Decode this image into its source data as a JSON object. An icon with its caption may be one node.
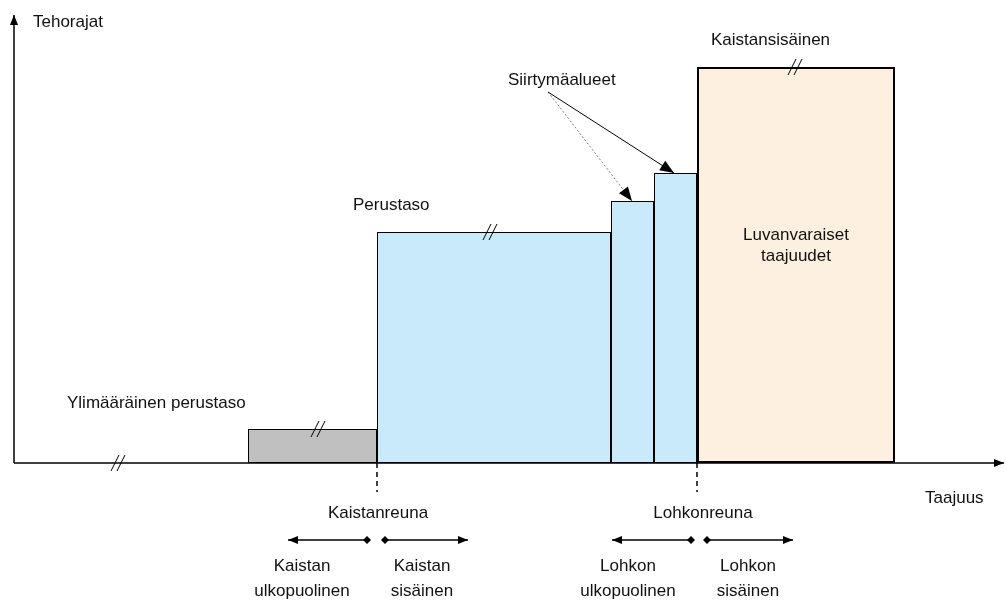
{
  "diagram": {
    "nodes": [
      {
        "text": [
          "Ylimääräinen perustaso"
        ]
      },
      {
        "text": [
          "Perustaso"
        ]
      },
      {
        "text": [
          "Siirtymäalueet"
        ]
      },
      {
        "text": [],
        "shape": "bar"
      },
      {
        "text": [],
        "shape": "bar"
      },
      {
        "text": [
          "Kaistansisäinen",
          "Luvanvaraiset taajuudet"
        ]
      }
    ],
    "edges": [
      {
        "from": 2,
        "to": 3,
        "arrow": "to",
        "style": "dashed",
        "color": "#808080"
      },
      {
        "from": 2,
        "to": 4,
        "arrow": "to",
        "color": "#000000"
      }
    ],
    "labels": [
      "Tehorajat",
      "Taajuus",
      "Kaistanreuna",
      "Kaistan ulkopuolinen",
      "Kaistan sisäinen",
      "Lohkonreuna",
      "Lohkon ulkopuolinen",
      "Lohkon sisäinen"
    ]
  }
}
